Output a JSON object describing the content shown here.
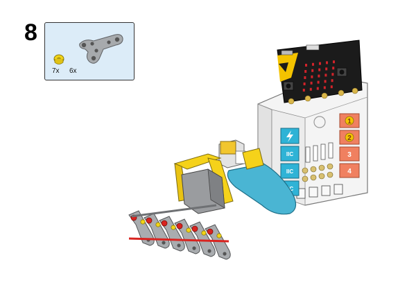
{
  "step": {
    "number": "8"
  },
  "parts_callout": {
    "parts": [
      {
        "name": "yellow-bushing",
        "quantity": "7x",
        "color": "#f2d417"
      },
      {
        "name": "gray-triangle-beam",
        "quantity": "6x",
        "color": "#9a9da0"
      }
    ]
  },
  "controller": {
    "ports": [
      "1",
      "2",
      "3",
      "4"
    ],
    "port_color": "#f08060",
    "iic_labels": [
      "IIC",
      "IIC",
      "IIC"
    ],
    "iic_color": "#2fb3d6",
    "led_matrix_color": "#d2232a",
    "board_color": "#1b1b1b",
    "board_accent": "#f4c300"
  }
}
